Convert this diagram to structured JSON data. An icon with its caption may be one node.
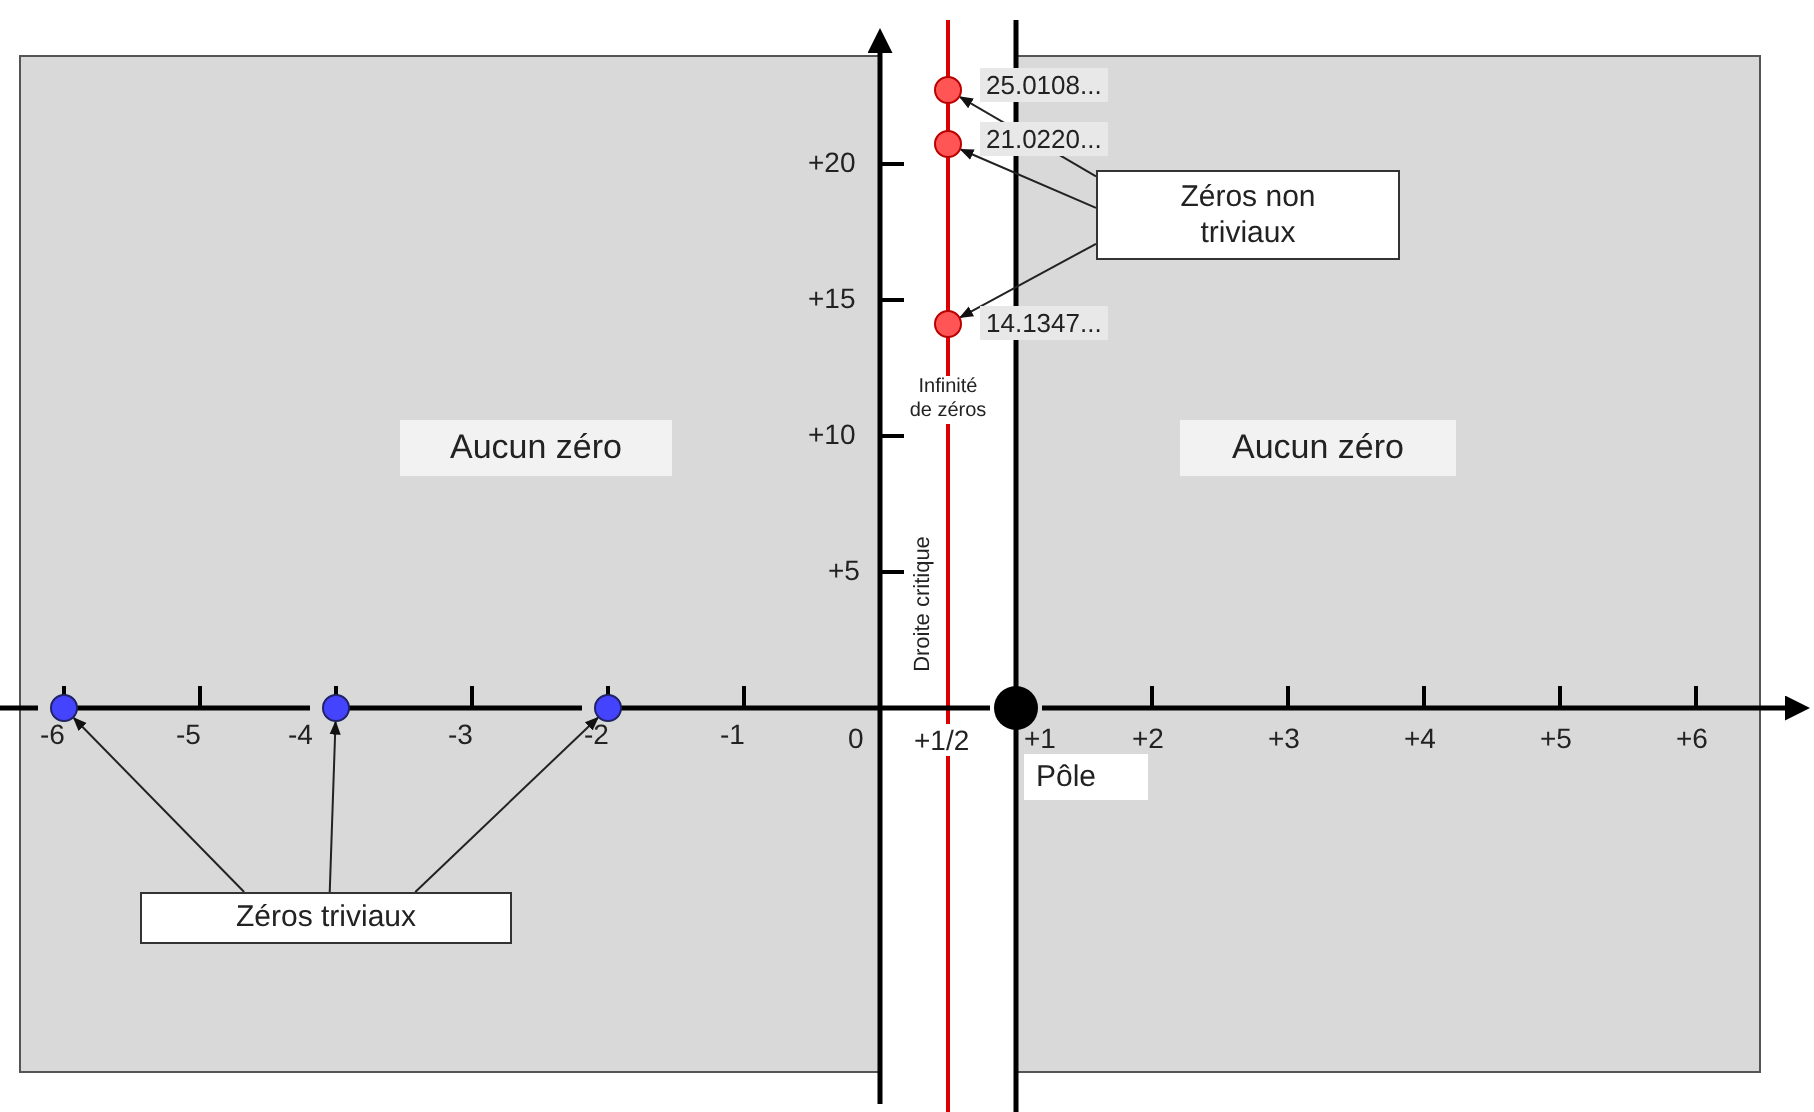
{
  "diagram": {
    "nodes": [
      {
        "text": [
          "Aucun zéro"
        ]
      },
      {
        "text": [
          "Aucun zéro"
        ]
      },
      {
        "text": [
          "Zéros non triviaux"
        ]
      },
      {
        "text": [
          "Zéros triviaux"
        ]
      },
      {
        "text": [],
        "shape": "circle",
        "beside": [
          "25.0108..."
        ]
      },
      {
        "text": [],
        "shape": "circle",
        "beside": [
          "21.0220..."
        ]
      },
      {
        "text": [],
        "shape": "circle",
        "beside": [
          "14.1347..."
        ]
      },
      {
        "text": [],
        "shape": "circle"
      },
      {
        "text": [],
        "shape": "circle"
      },
      {
        "text": [],
        "shape": "circle"
      },
      {
        "text": [],
        "shape": "circle",
        "beside": [
          "Pôle"
        ]
      }
    ],
    "edges": [
      {
        "from": 2,
        "to": 4,
        "arrow": "to"
      },
      {
        "from": 2,
        "to": 5,
        "arrow": "to"
      },
      {
        "from": 2,
        "to": 6,
        "arrow": "to"
      },
      {
        "from": 3,
        "to": 7,
        "arrow": "to"
      },
      {
        "from": 3,
        "to": 8,
        "arrow": "to"
      },
      {
        "from": 3,
        "to": 9,
        "arrow": "to"
      }
    ],
    "labels": [
      "+20",
      "+15",
      "Infinité de zéros",
      "+10",
      "+5",
      "Droite critique",
      "-6",
      "-5",
      "-4",
      "-3",
      "-2",
      "-1",
      "0",
      "+1/2",
      "+1",
      "+2",
      "+3",
      "+4",
      "+5",
      "+6"
    ]
  }
}
